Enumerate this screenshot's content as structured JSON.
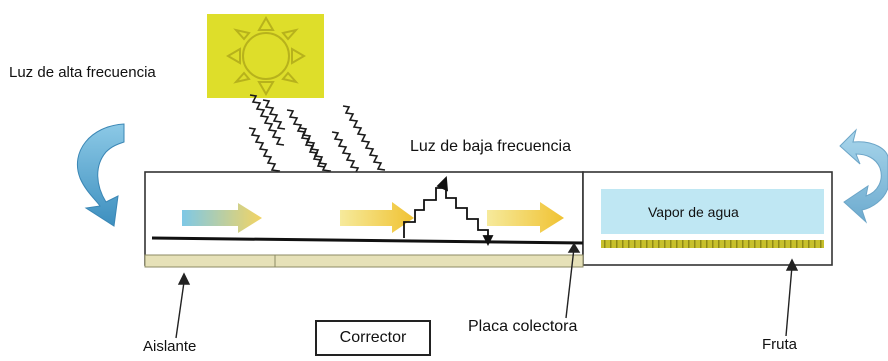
{
  "labels": {
    "high_freq_light": "Luz de alta frecuencia",
    "low_freq_light": "Luz de baja frecuencia",
    "water_vapor": "Vapor de agua",
    "insulator": "Aislante",
    "collector_plate": "Placa colectora",
    "fruit": "Fruta",
    "corrector": "Corrector"
  },
  "colors": {
    "sun_background": "#dede2a",
    "sun_outline": "#b7b21c",
    "hot_arrow": "#f0d04a",
    "cool_arrow": "#7ec8e6",
    "vapor": "#bfe7f3",
    "fruit_strip": "#b9b322",
    "insulator": "#e6e1b8",
    "circulation_arrow": "#5aa6cc"
  }
}
